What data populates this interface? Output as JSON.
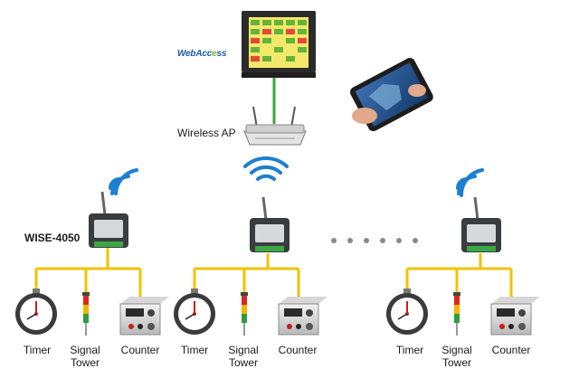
{
  "logo": {
    "text_left": "WebAcc",
    "text_mid": "e",
    "text_right": "ss"
  },
  "wireless_ap_label": "Wireless AP",
  "device_label": "WISE-4050",
  "groups": [
    {
      "devices": [
        {
          "line1": "Timer",
          "line2": ""
        },
        {
          "line1": "Signal",
          "line2": "Tower"
        },
        {
          "line1": "Counter",
          "line2": ""
        }
      ]
    },
    {
      "devices": [
        {
          "line1": "Timer",
          "line2": ""
        },
        {
          "line1": "Signal",
          "line2": "Tower"
        },
        {
          "line1": "Counter",
          "line2": ""
        }
      ]
    },
    {
      "devices": [
        {
          "line1": "Timer",
          "line2": ""
        },
        {
          "line1": "Signal",
          "line2": "Tower"
        },
        {
          "line1": "Counter",
          "line2": ""
        }
      ]
    }
  ],
  "colors": {
    "bus": "#f2c200",
    "ethernet": "#35a838",
    "wifi": "#1d7fd0"
  }
}
